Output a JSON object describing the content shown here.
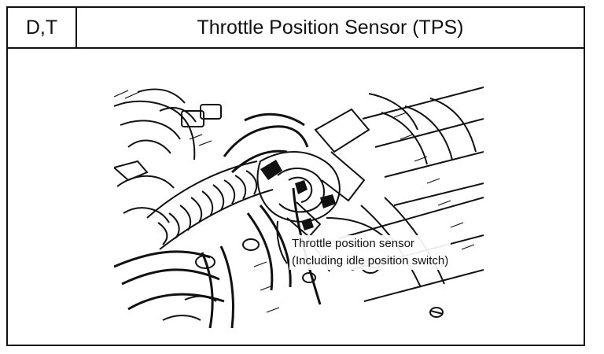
{
  "header": {
    "code": "D,T",
    "title": "Throttle Position Sensor (TPS)"
  },
  "callout": {
    "line1": "Throttle position sensor",
    "line2": "(Including idle position switch)"
  }
}
